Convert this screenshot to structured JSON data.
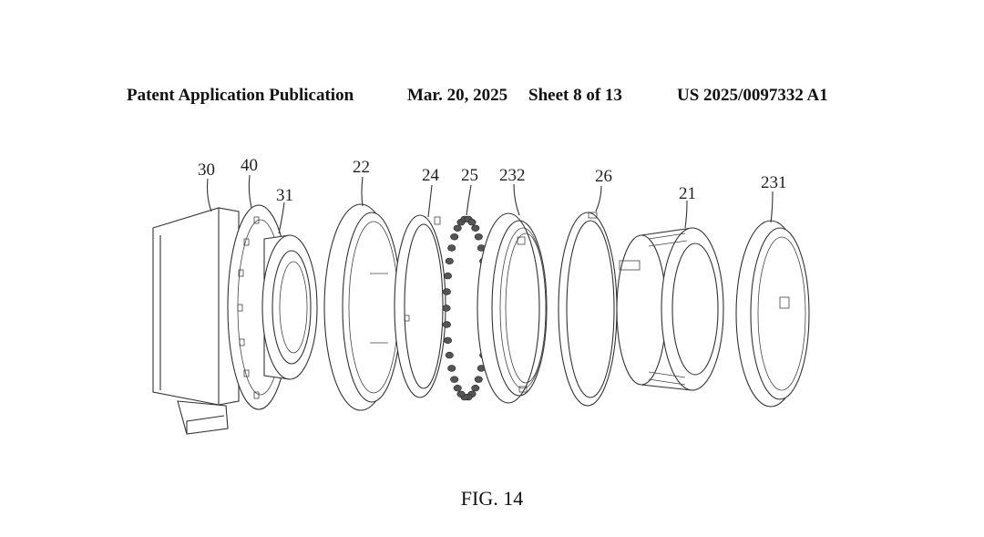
{
  "header": {
    "publication": "Patent Application Publication",
    "date": "Mar. 20, 2025",
    "sheet": "Sheet 8 of 13",
    "number": "US 2025/0097332 A1"
  },
  "reference_numerals": [
    "30",
    "40",
    "31",
    "22",
    "24",
    "25",
    "232",
    "26",
    "21",
    "231"
  ],
  "caption": "FIG. 14"
}
